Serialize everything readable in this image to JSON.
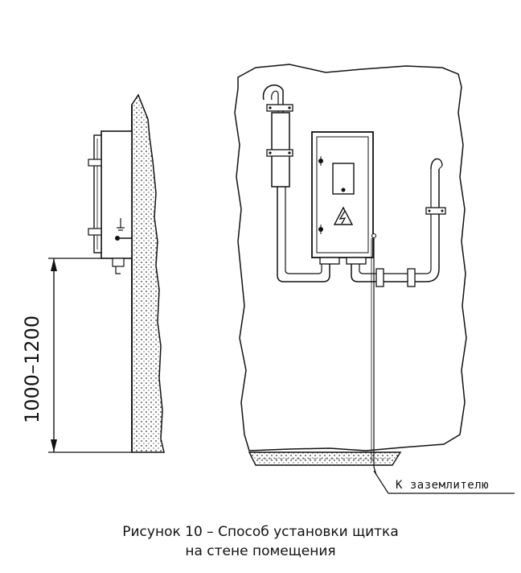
{
  "dimension_label": "1000–1200",
  "ground_label": "К заземлителю",
  "caption": {
    "line1": "Рисунок 10 – Способ установки щитка",
    "line2": "на стене помещения"
  },
  "colors": {
    "ink": "#111111",
    "background": "#ffffff",
    "hatch": "#555555"
  }
}
